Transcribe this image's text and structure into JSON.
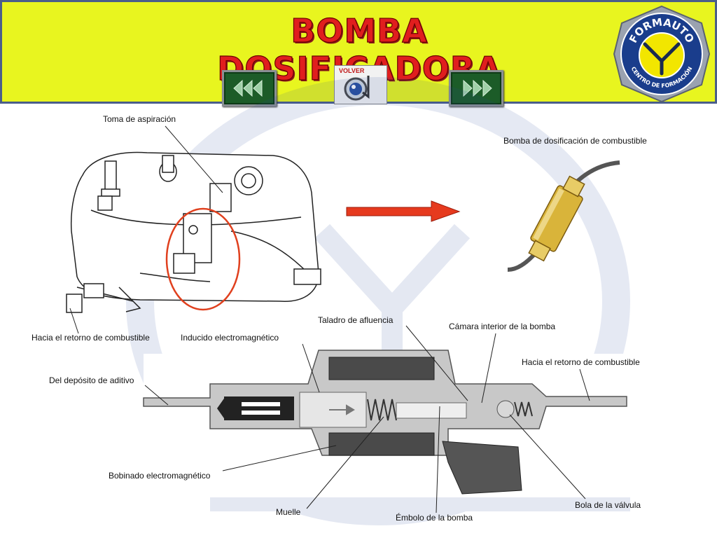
{
  "header": {
    "title": "BOMBA DOSIFICADORA",
    "prev_label": "",
    "volver_label": "VOLVER",
    "next_label": "",
    "logo_text_top": "FORMAUTO",
    "logo_text_bottom": "CENTRO DE FORMACIÓN"
  },
  "labels": {
    "toma_aspiracion": "Toma de aspiración",
    "bomba_dosificacion": "Bomba de dosificación de combustible",
    "retorno_izq": "Hacia el retorno de combustible",
    "inducido": "Inducido electromagnético",
    "taladro": "Taladro de afluencia",
    "camara": "Cámara interior de la bomba",
    "retorno_der": "Hacia el retorno de combustible",
    "deposito": "Del depósito de aditivo",
    "bobinado": "Bobinado electromagnético",
    "muelle": "Muelle",
    "embolo": "Émbolo de la bomba",
    "bola": "Bola de la válvula"
  },
  "colors": {
    "header_bg": "#e8f51f",
    "title": "#e01e1e",
    "arrow": "#e63a1e",
    "highlight_circle": "#e0401e",
    "nav_button": "#1c5c28"
  }
}
